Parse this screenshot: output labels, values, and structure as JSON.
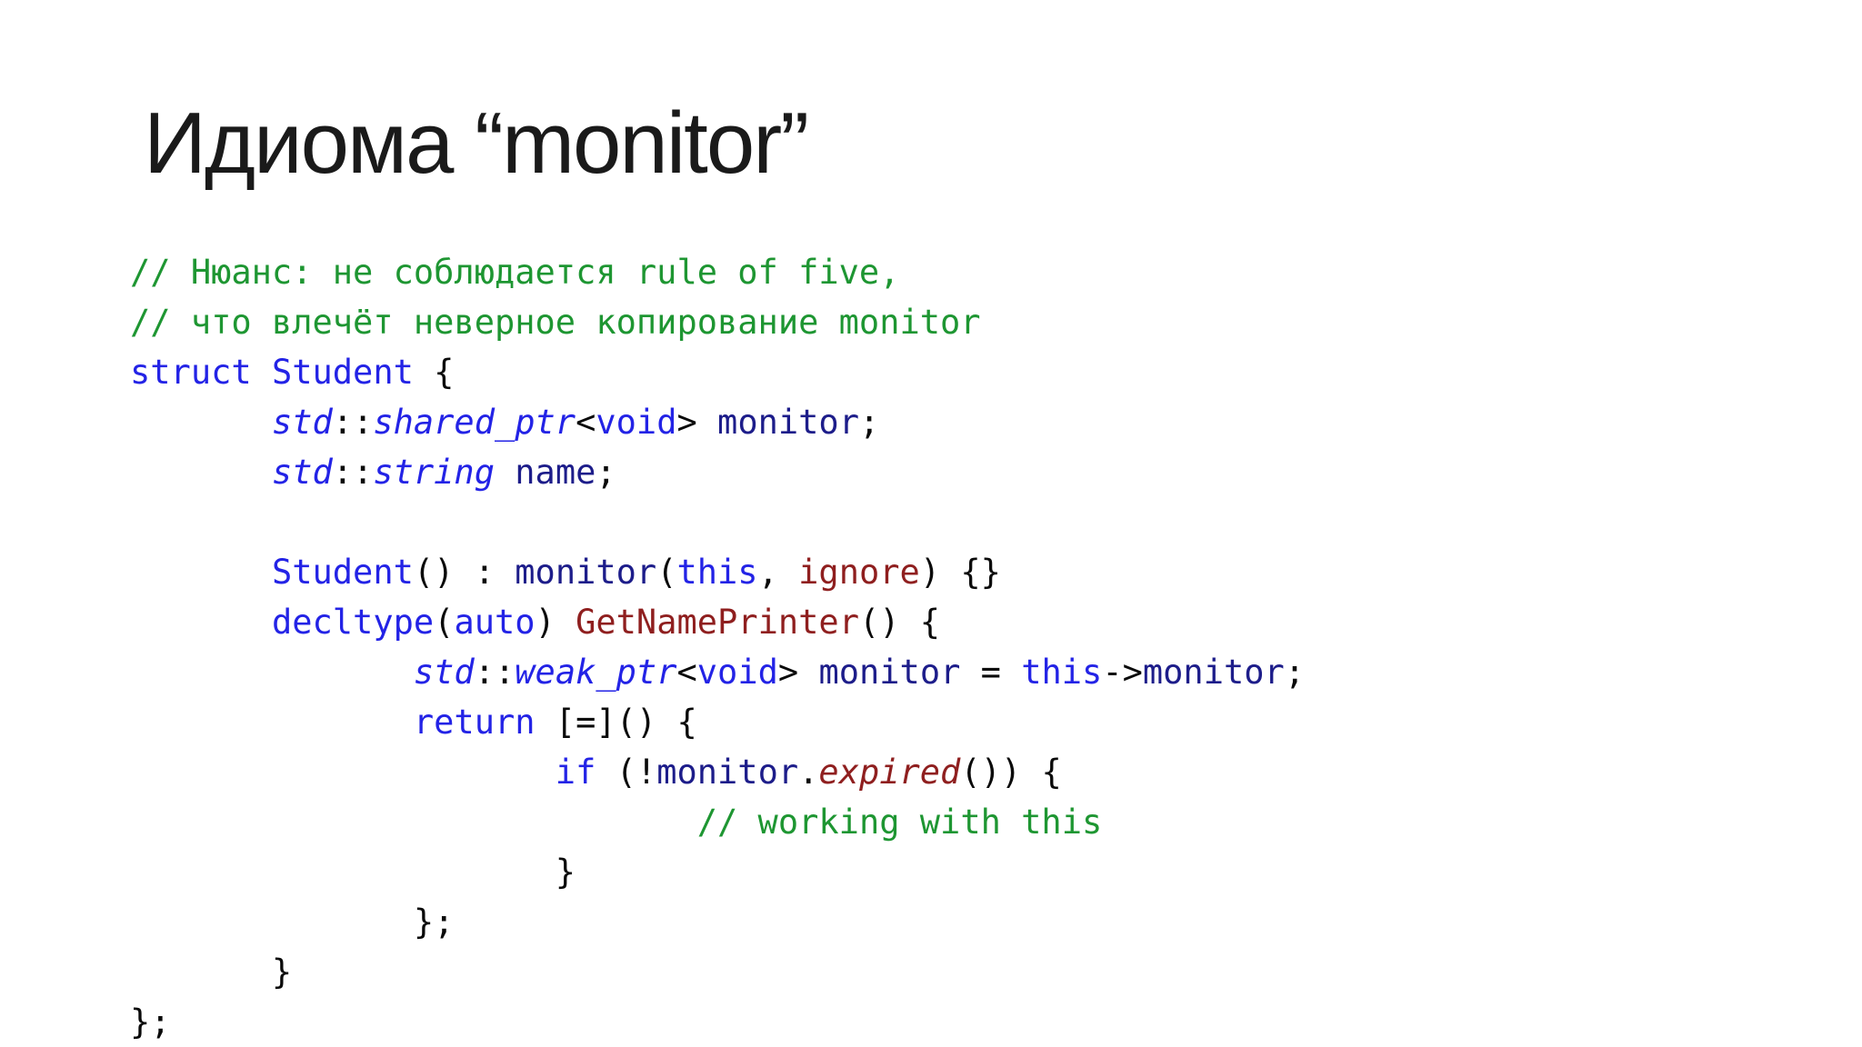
{
  "slide": {
    "title": "Идиома “monitor”",
    "background": "#ffffff"
  },
  "colors": {
    "text": "#0a0a0a",
    "comment": "#1e9632",
    "keyword": "#2323e6",
    "member": "#1d1d8a",
    "function": "#8f1f1f",
    "title": "#1a1a1a"
  },
  "code": {
    "lines": [
      {
        "segments": [
          {
            "t": "// Нюанс: не соблюдается rule of five,",
            "s": "c"
          }
        ]
      },
      {
        "segments": [
          {
            "t": "// что влечёт неверное копирование monitor",
            "s": "c"
          }
        ]
      },
      {
        "segments": [
          {
            "t": "struct",
            "s": "k"
          },
          {
            "t": " ",
            "s": "p"
          },
          {
            "t": "Student",
            "s": "k"
          },
          {
            "t": " {",
            "s": "p"
          }
        ]
      },
      {
        "segments": [
          {
            "t": "       ",
            "s": "p"
          },
          {
            "t": "std",
            "s": "t"
          },
          {
            "t": "::",
            "s": "p"
          },
          {
            "t": "shared_ptr",
            "s": "t"
          },
          {
            "t": "<",
            "s": "p"
          },
          {
            "t": "void",
            "s": "k"
          },
          {
            "t": "> ",
            "s": "p"
          },
          {
            "t": "monitor",
            "s": "m"
          },
          {
            "t": ";",
            "s": "p"
          }
        ]
      },
      {
        "segments": [
          {
            "t": "       ",
            "s": "p"
          },
          {
            "t": "std",
            "s": "t"
          },
          {
            "t": "::",
            "s": "p"
          },
          {
            "t": "string",
            "s": "t"
          },
          {
            "t": " ",
            "s": "p"
          },
          {
            "t": "name",
            "s": "m"
          },
          {
            "t": ";",
            "s": "p"
          }
        ]
      },
      {
        "segments": []
      },
      {
        "segments": [
          {
            "t": "       ",
            "s": "p"
          },
          {
            "t": "Student",
            "s": "k"
          },
          {
            "t": "() : ",
            "s": "p"
          },
          {
            "t": "monitor",
            "s": "m"
          },
          {
            "t": "(",
            "s": "p"
          },
          {
            "t": "this",
            "s": "k"
          },
          {
            "t": ", ",
            "s": "p"
          },
          {
            "t": "ignore",
            "s": "f"
          },
          {
            "t": ") {}",
            "s": "p"
          }
        ]
      },
      {
        "segments": [
          {
            "t": "       ",
            "s": "p"
          },
          {
            "t": "decltype",
            "s": "k"
          },
          {
            "t": "(",
            "s": "p"
          },
          {
            "t": "auto",
            "s": "k"
          },
          {
            "t": ") ",
            "s": "p"
          },
          {
            "t": "GetNamePrinter",
            "s": "f"
          },
          {
            "t": "() {",
            "s": "p"
          }
        ]
      },
      {
        "segments": [
          {
            "t": "              ",
            "s": "p"
          },
          {
            "t": "std",
            "s": "t"
          },
          {
            "t": "::",
            "s": "p"
          },
          {
            "t": "weak_ptr",
            "s": "t"
          },
          {
            "t": "<",
            "s": "p"
          },
          {
            "t": "void",
            "s": "k"
          },
          {
            "t": "> ",
            "s": "p"
          },
          {
            "t": "monitor",
            "s": "m"
          },
          {
            "t": " = ",
            "s": "p"
          },
          {
            "t": "this",
            "s": "k"
          },
          {
            "t": "->",
            "s": "p"
          },
          {
            "t": "monitor",
            "s": "m"
          },
          {
            "t": ";",
            "s": "p"
          }
        ]
      },
      {
        "segments": [
          {
            "t": "              ",
            "s": "p"
          },
          {
            "t": "return",
            "s": "k"
          },
          {
            "t": " [=]() {",
            "s": "p"
          }
        ]
      },
      {
        "segments": [
          {
            "t": "                     ",
            "s": "p"
          },
          {
            "t": "if",
            "s": "k"
          },
          {
            "t": " (!",
            "s": "p"
          },
          {
            "t": "monitor",
            "s": "m"
          },
          {
            "t": ".",
            "s": "p"
          },
          {
            "t": "expired",
            "s": "fi"
          },
          {
            "t": "()) {",
            "s": "p"
          }
        ]
      },
      {
        "segments": [
          {
            "t": "                            ",
            "s": "p"
          },
          {
            "t": "// working with this",
            "s": "c"
          }
        ]
      },
      {
        "segments": [
          {
            "t": "                     }",
            "s": "p"
          }
        ]
      },
      {
        "segments": [
          {
            "t": "              };",
            "s": "p"
          }
        ]
      },
      {
        "segments": [
          {
            "t": "       }",
            "s": "p"
          }
        ]
      },
      {
        "segments": [
          {
            "t": "};",
            "s": "p"
          }
        ]
      }
    ]
  }
}
